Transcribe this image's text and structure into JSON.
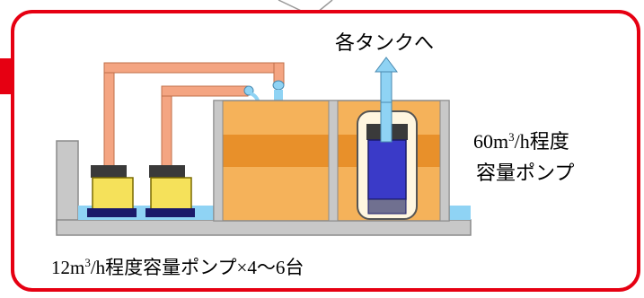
{
  "labels": {
    "destination": "各タンクへ",
    "large_pump_line1_prefix": "60m",
    "large_pump_line1_sup": "3",
    "large_pump_line1_suffix": "/h程度",
    "large_pump_line2": "容量ポンプ",
    "small_pump_prefix": "12m",
    "small_pump_sup": "3",
    "small_pump_suffix": "/h程度容量ポンプ×4〜6台"
  },
  "colors": {
    "frame": "#e60012",
    "pipe": "#f4a582",
    "pipe_outline": "#c0704a",
    "tank": "#f5b25a",
    "tank_band": "#e8902a",
    "small_pump": "#f5e15a",
    "large_pump": "#3a3ac8",
    "water": "#8fd3f4",
    "arrow": "#8fd3f4",
    "basin": "#c8c8c8"
  }
}
